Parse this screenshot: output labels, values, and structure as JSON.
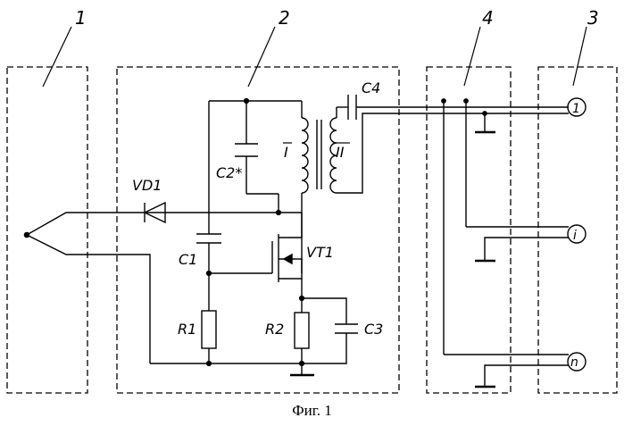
{
  "block_labels": {
    "b1": "1",
    "b2": "2",
    "b3": "3",
    "b4": "4"
  },
  "components": {
    "vd1": "VD1",
    "c4": "C4",
    "c2": "C2*",
    "winding_1": "I",
    "winding_2": "II",
    "c1": "C1",
    "vt1": "VT1",
    "r1": "R1",
    "r2": "R2",
    "c3": "C3"
  },
  "nodes": {
    "n1": "1",
    "ni": "i",
    "nn": "n"
  },
  "caption": "Фиг. 1"
}
